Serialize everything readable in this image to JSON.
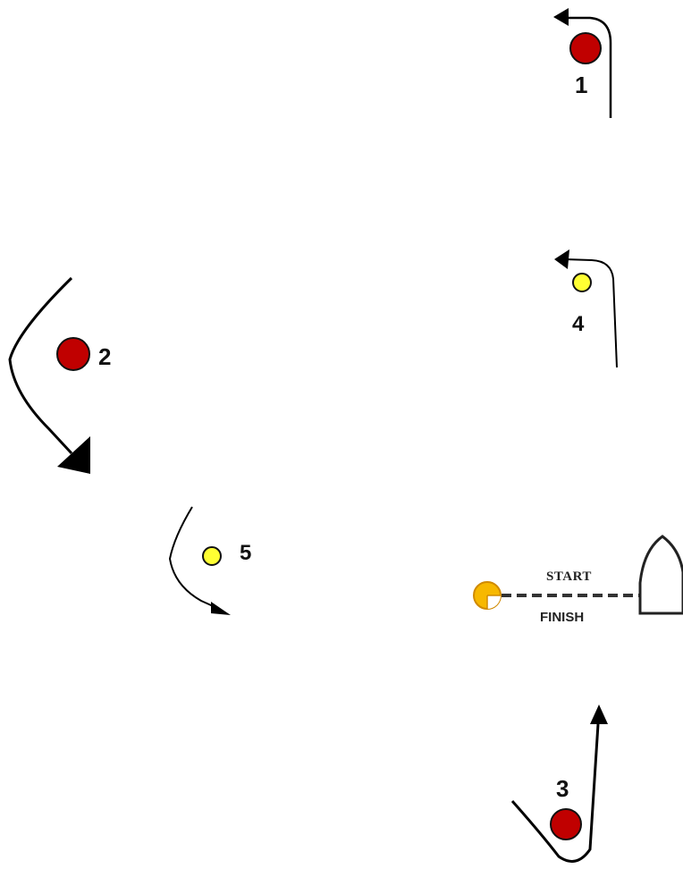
{
  "marks": {
    "mark_1": {
      "label": "1",
      "color": "#c00000"
    },
    "mark_2": {
      "label": "2",
      "color": "#c00000"
    },
    "mark_3": {
      "label": "3",
      "color": "#c00000"
    },
    "mark_4": {
      "label": "4",
      "color": "#ffff33"
    },
    "mark_5": {
      "label": "5",
      "color": "#ffff33"
    }
  },
  "start_finish": {
    "start_label": "START",
    "finish_label": "FINISH",
    "pin_color": "#f7b800",
    "committee_boat_color": "#ffffff"
  },
  "colors": {
    "stroke": "#000000",
    "mark_outline": "#111111"
  }
}
